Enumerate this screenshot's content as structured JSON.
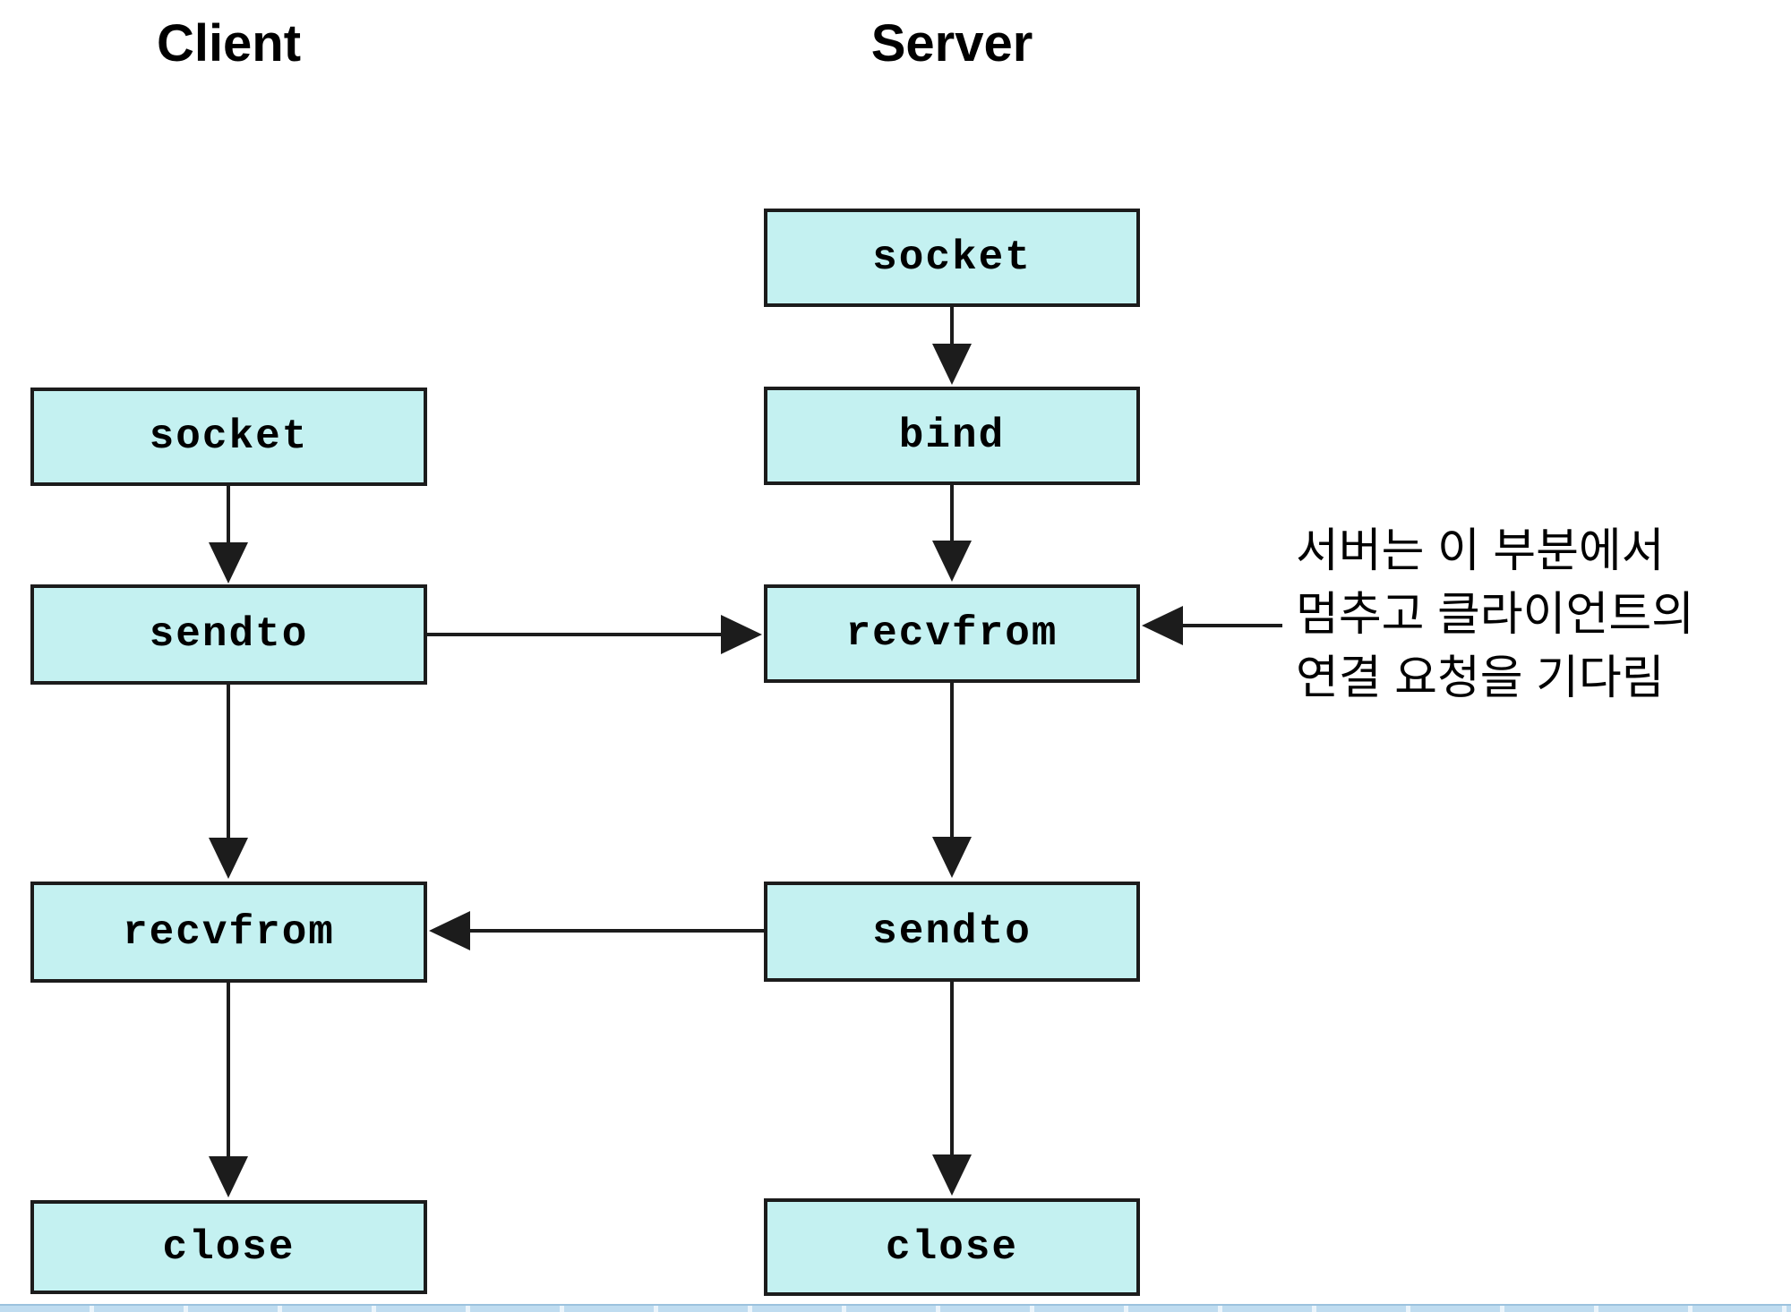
{
  "headers": {
    "client": "Client",
    "server": "Server"
  },
  "client": {
    "steps": [
      {
        "label": "socket"
      },
      {
        "label": "sendto"
      },
      {
        "label": "recvfrom"
      },
      {
        "label": "close"
      }
    ]
  },
  "server": {
    "steps": [
      {
        "label": "socket"
      },
      {
        "label": "bind"
      },
      {
        "label": "recvfrom"
      },
      {
        "label": "sendto"
      },
      {
        "label": "close"
      }
    ]
  },
  "annotation": {
    "text": "서버는 이 부분에서\n멈추고 클라이언트의\n연결 요청을 기다림"
  },
  "colors": {
    "node_fill": "#c4f1f1",
    "node_border": "#1c1c1c",
    "arrow": "#1c1c1c",
    "strip_base": "#eaf4fb",
    "strip_segment": "#bfdcf0",
    "strip_border": "#9cc2de"
  }
}
